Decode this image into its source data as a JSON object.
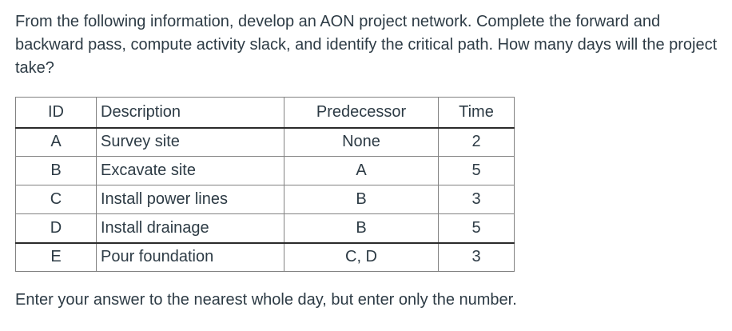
{
  "intro": {
    "lines": [
      "From the following information, develop an AON project network. Complete the forward and",
      "backward pass, compute activity slack, and identify the critical path. How many days will the project",
      "take?"
    ]
  },
  "table": {
    "columns": {
      "id": "ID",
      "description": "Description",
      "predecessor": "Predecessor",
      "time": "Time"
    },
    "rows": [
      {
        "id": "A",
        "description": "Survey site",
        "predecessor": "None",
        "time": "2"
      },
      {
        "id": "B",
        "description": "Excavate site",
        "predecessor": "A",
        "time": "5"
      },
      {
        "id": "C",
        "description": "Install power lines",
        "predecessor": "B",
        "time": "3"
      },
      {
        "id": "D",
        "description": "Install drainage",
        "predecessor": "B",
        "time": "5"
      },
      {
        "id": "E",
        "description": "Pour foundation",
        "predecessor": "C, D",
        "time": "3"
      }
    ]
  },
  "footer": {
    "note": "Enter your answer to the nearest whole day, but enter only the number."
  },
  "colors": {
    "text": "#2d3b45",
    "border_thin": "#828282",
    "border_thick": "#2b2b2b",
    "background": "#ffffff"
  }
}
